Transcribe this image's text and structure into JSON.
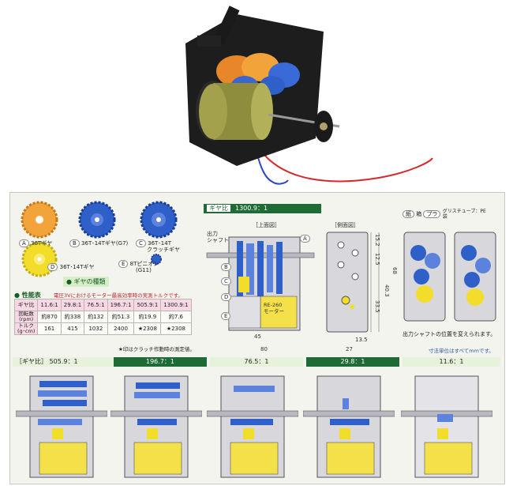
{
  "gears": {
    "g1": {
      "letter": "A",
      "name": "36Tギヤ"
    },
    "g2": {
      "letter": "B",
      "name": "36T･14Tギヤ(G7)"
    },
    "g3": {
      "letter": "C",
      "name": "36T･14T",
      "name2": "クラッチギヤ"
    },
    "g4": {
      "letter": "D",
      "name": "36T･14Tギヤ"
    },
    "g5": {
      "letter": "E",
      "name": "8Tピニオン",
      "name2": "(G11)"
    },
    "kind_label": "ギヤの種類"
  },
  "performance": {
    "title": "性能表",
    "note": "電圧3Vにおけるモーター最高効率時の実測トルクです。",
    "header": [
      "ギヤ比",
      "11.6:1",
      "29.8:1",
      "76.5:1",
      "196.7:1",
      "505.9:1",
      "1300.9:1"
    ],
    "rpm_label": "回転数",
    "rpm_unit": "(rpm)",
    "rpm": [
      "約870",
      "約338",
      "約132",
      "約51.3",
      "約19.9",
      "約7.6"
    ],
    "torque_label": "トルク",
    "torque_unit": "(g･cm)",
    "torque": [
      "161",
      "415",
      "1032",
      "2400",
      "★2308",
      "★2308"
    ],
    "clutch_note": "★印はクラッチ作動時の測定値。"
  },
  "diagram": {
    "ratio_label": "ギヤ比",
    "ratio_value": "1300.9：1",
    "top_view": "上面図",
    "side_view": "側面図",
    "output_shaft": "出力",
    "output_shaft2": "シャフト",
    "motor": "RE-260",
    "motor2": "モーター",
    "letters": [
      "A",
      "B",
      "C",
      "D",
      "E"
    ],
    "dims": {
      "w45": "45",
      "w80": "80",
      "w27": "27",
      "w13": "13.5",
      "h15": "15.2",
      "h12": "12.5",
      "h40": "40.3",
      "h33": "33.5",
      "h68": "68"
    }
  },
  "legend": {
    "paper": "紙",
    "box": "箱",
    "plastic": "プラ",
    "grease": "グリスチューブ：PE",
    "bag": "袋"
  },
  "shaft_note": "出力シャフトの位置を変えられます。",
  "unit_note": "寸法単位はすべてmmです。",
  "bottom": {
    "label": "ギヤ比",
    "ratios": [
      "505.9：1",
      "196.7：1",
      "76.5：1",
      "29.8：1",
      "11.6：1"
    ]
  },
  "colors": {
    "green": "#1f6b35",
    "gear_orange": "#f2a33a",
    "gear_blue": "#2f5fc8",
    "gear_yellow": "#f2de2a",
    "motor_yellow": "#f4e14a"
  }
}
